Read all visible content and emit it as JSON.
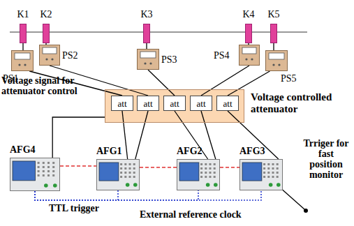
{
  "diagram": {
    "nodes": [
      {
        "text": [
          "K1"
        ]
      },
      {
        "text": [
          "K2"
        ]
      },
      {
        "text": [
          "K3"
        ]
      },
      {
        "text": [
          "K4"
        ]
      },
      {
        "text": [
          "K5"
        ]
      },
      {
        "text": [
          "PS1"
        ]
      },
      {
        "text": [
          "PS2"
        ]
      },
      {
        "text": [
          "PS3"
        ]
      },
      {
        "text": [
          "PS4"
        ]
      },
      {
        "text": [
          "PS5"
        ]
      },
      {
        "text": [
          "Voltage controlled attenuator"
        ]
      },
      {
        "text": [
          "att"
        ],
        "in": 10
      },
      {
        "text": [
          "att"
        ],
        "in": 10
      },
      {
        "text": [
          "att"
        ],
        "in": 10
      },
      {
        "text": [
          "att"
        ],
        "in": 10
      },
      {
        "text": [
          "att"
        ],
        "in": 10
      },
      {
        "text": [
          "AFG4"
        ]
      },
      {
        "text": [
          "AFG1"
        ]
      },
      {
        "text": [
          "AFG2"
        ]
      },
      {
        "text": [
          "AFG3"
        ]
      }
    ],
    "edges": [
      {
        "from": 0,
        "to": 5,
        "arrow": "none"
      },
      {
        "from": 1,
        "to": 6,
        "arrow": "none"
      },
      {
        "from": 2,
        "to": 7,
        "arrow": "none"
      },
      {
        "from": 3,
        "to": 8,
        "arrow": "none"
      },
      {
        "from": 4,
        "to": 9,
        "arrow": "none"
      },
      {
        "from": 5,
        "to": 11,
        "arrow": "none"
      },
      {
        "from": 6,
        "to": 12,
        "arrow": "none"
      },
      {
        "from": 7,
        "to": 13,
        "arrow": "none"
      },
      {
        "from": 8,
        "to": 14,
        "arrow": "none"
      },
      {
        "from": 9,
        "to": 15,
        "arrow": "none"
      },
      {
        "from": 17,
        "to": 11,
        "arrow": "none"
      },
      {
        "from": 17,
        "to": 12,
        "arrow": "none"
      },
      {
        "from": 18,
        "to": 13,
        "arrow": "none"
      },
      {
        "from": 18,
        "to": 14,
        "arrow": "none"
      },
      {
        "from": 19,
        "to": 15,
        "arrow": "none"
      },
      {
        "from": 16,
        "to": 10,
        "arrow": "none"
      },
      {
        "from": 16,
        "to": 17,
        "arrow": "none"
      },
      {
        "from": 17,
        "to": 18,
        "arrow": "none"
      },
      {
        "from": 18,
        "to": 19,
        "arrow": "none"
      },
      {
        "from": 16,
        "to": 17,
        "arrow": "none"
      },
      {
        "from": 16,
        "to": 18,
        "arrow": "none"
      },
      {
        "from": 16,
        "to": 19,
        "arrow": "none"
      }
    ],
    "labels": [
      "Voltage signal for attenuator control",
      "TTL trigger",
      "External reference clock",
      "Trriger for fast position monitor"
    ]
  }
}
